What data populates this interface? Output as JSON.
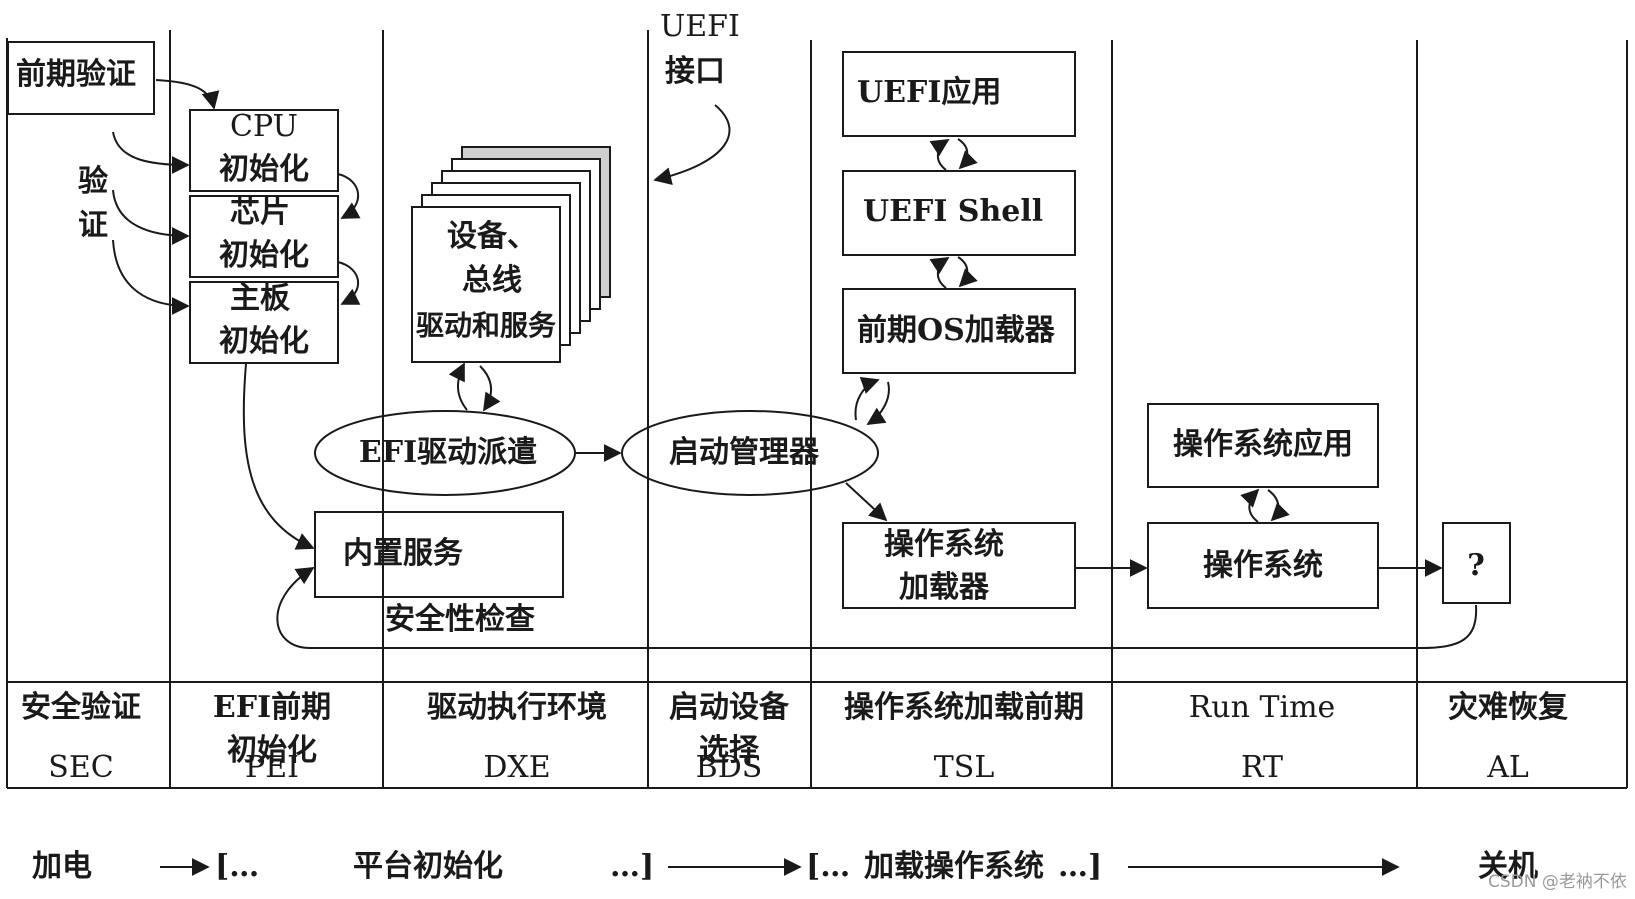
{
  "top": {
    "pre_verify": "前期验证",
    "verify": "验证",
    "uefi_interface_line1": "UEFI",
    "uefi_interface_line2": "接口"
  },
  "pei": {
    "cpu_line1": "CPU",
    "cpu_line2": "初始化",
    "chip_line1": "芯片",
    "chip_line2": "初始化",
    "board_line1": "主板",
    "board_line2": "初始化"
  },
  "dxe": {
    "drivers_line1": "设备、",
    "drivers_line2": "总线",
    "drivers_line3": "驱动和服务",
    "dispatcher": "EFI驱动派遣",
    "builtin_services": "内置服务",
    "security_check": "安全性检查"
  },
  "bds": {
    "boot_manager": "启动管理器"
  },
  "tsl": {
    "uefi_app": "UEFI应用",
    "uefi_shell": "UEFI Shell",
    "early_os_loader": "前期OS加载器",
    "os_loader_line1": "操作系统",
    "os_loader_line2": "加载器"
  },
  "rt": {
    "os_app": "操作系统应用",
    "os": "操作系统"
  },
  "al": {
    "unknown": "?"
  },
  "phases": [
    {
      "name_line1": "安全验证",
      "name_line2": "",
      "abbr": "SEC"
    },
    {
      "name_line1": "EFI前期",
      "name_line2": "初始化",
      "abbr": "PEI"
    },
    {
      "name_line1": "驱动执行环境",
      "name_line2": "",
      "abbr": "DXE"
    },
    {
      "name_line1": "启动设备",
      "name_line2": "选择",
      "abbr": "BDS"
    },
    {
      "name_line1": "操作系统加载前期",
      "name_line2": "",
      "abbr": "TSL"
    },
    {
      "name_line1": "Run Time",
      "name_line2": "",
      "abbr": "RT"
    },
    {
      "name_line1": "灾难恢复",
      "name_line2": "",
      "abbr": "AL"
    }
  ],
  "timeline": {
    "power_on": "加电",
    "bracket_open_1": "[…",
    "platform_init": "平台初始化",
    "bracket_close_1": "…]",
    "bracket_open_2": "[…",
    "load_os": "加载操作系统",
    "bracket_close_2": "…]",
    "shutdown": "关机"
  },
  "watermark": "CSDN @老衲不依",
  "colors": {
    "ink": "#1a1a1a",
    "stack_shade": "#cfcfcf",
    "divider": "#222222"
  }
}
